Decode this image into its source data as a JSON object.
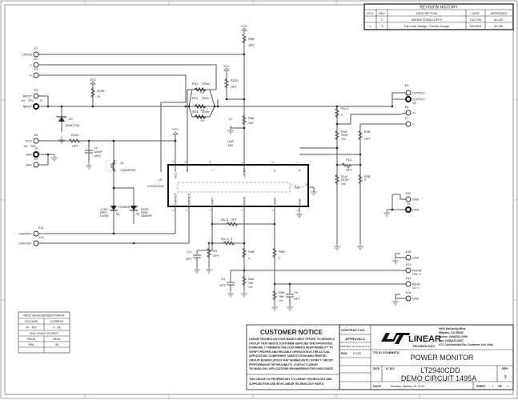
{
  "revision_history": {
    "title": "REVISION HISTORY",
    "headers": [
      "ECO",
      "REV",
      "DESCRIPTION",
      "DATE",
      "APPROVED"
    ],
    "rows": [
      {
        "eco": "",
        "rev": "2",
        "description": "ADDED STAND OFFS",
        "date": "10/17/09",
        "approved": "M.LEE"
      },
      {
        "eco": "1",
        "rev": "3",
        "description": "Fab note change, Format change",
        "date": "06/18/09",
        "approved": "M.LEE"
      }
    ]
  },
  "terminals": {
    "e1": {
      "ref": "E1",
      "label": "LATCH"
    },
    "e2": {
      "ref": "E2",
      "label": "I-"
    },
    "e3": {
      "ref": "E3",
      "label": "I+"
    },
    "e5": {
      "ref": "E5",
      "label": "INPUT"
    },
    "j2": {
      "ref": "J2",
      "label": "INPUT",
      "range": "4V - 75V"
    },
    "e8": {
      "ref": "E8",
      "label": "VCC",
      "range": "6V - 75V"
    },
    "j3": {
      "ref": "J3",
      "label": "GND"
    },
    "e9": {
      "ref": "E9",
      "label": "GND"
    },
    "e11": {
      "ref": "E11",
      "label": "CMPOUT"
    },
    "e12": {
      "ref": "E12",
      "label": "CMPOUT"
    },
    "e4": {
      "ref": "E4",
      "label": "OUTPUT"
    },
    "j1": {
      "ref": "J1",
      "label": "OUTPUT",
      "rating": "3A"
    },
    "e6": {
      "ref": "E6",
      "label": "V+"
    },
    "e7": {
      "ref": "E7",
      "label": "V-"
    },
    "e10": {
      "ref": "E10",
      "label": "GND"
    },
    "j4": {
      "ref": "J4",
      "label": "GND"
    },
    "e15": {
      "ref": "E15",
      "label": "GND"
    },
    "e13": {
      "ref": "E13",
      "label": "PMON",
      "scale": "10W / V"
    },
    "e14": {
      "ref": "E14",
      "label": "IMON",
      "scale": "1A / V"
    },
    "e16": {
      "ref": "E16",
      "label": "GND"
    }
  },
  "components": {
    "r12b": {
      "ref": "R12B",
      "value": "10"
    },
    "d2": {
      "ref": "D2",
      "value": "SMAT70A"
    },
    "r12a": {
      "ref": "R12A",
      "value": "OPT"
    },
    "c1": {
      "ref": "C1",
      "value": "100nF",
      "value2": "100V"
    },
    "q1": {
      "ref": "Q1",
      "value": "CQLM2700"
    },
    "led1": {
      "ref": "LED1",
      "value": "RED",
      "value2": "OVER"
    },
    "led_label": "POWER LIMIT",
    "led2": {
      "ref": "LED2",
      "value": "GRN",
      "value2": "UNDER"
    },
    "r8b": {
      "ref": "R8B",
      "value": "OPT"
    },
    "r12c": {
      "ref": "R12C",
      "value": "OPT"
    },
    "rs2": {
      "ref": "RS2",
      "value": "200m",
      "tol": "1%"
    },
    "rs1": {
      "ref": "RS1",
      "value": "200m",
      "tol": "1%"
    },
    "rs3": {
      "ref": "RS3",
      "value": "200m",
      "tol": "1%"
    },
    "r8a": {
      "ref": "R8A",
      "value": "20K"
    },
    "c2": {
      "ref": "C2",
      "value": "10nF",
      "value2": "50V"
    },
    "ru2": {
      "ref": "RU-2",
      "value": "0"
    },
    "r2a": {
      "ref": "R2A",
      "value": "100K",
      "tol": "1%"
    },
    "r2b": {
      "ref": "R2B",
      "value": "OPT"
    },
    "r1c": {
      "ref": "R1C",
      "value": "OPT"
    },
    "r1a": {
      "ref": "R1A",
      "value": "25.5K",
      "tol": "1%"
    },
    "r1b": {
      "ref": "R1B",
      "value": "0"
    },
    "ru5": {
      "ref": "RU-5",
      "value": "OPT"
    },
    "ru4": {
      "ref": "RU-4",
      "value": "0"
    },
    "c3": {
      "ref": "C3",
      "value": "OPT"
    },
    "r3": {
      "ref": "R3",
      "value": "OPT"
    },
    "r4b": {
      "ref": "R4B",
      "value": "0"
    },
    "r5b": {
      "ref": "R5B",
      "value": "0"
    },
    "c4": {
      "ref": "C4",
      "value": "OPT"
    },
    "r4a": {
      "ref": "R4A",
      "value": "15K",
      "tol": "1%"
    },
    "r5a": {
      "ref": "R5A",
      "value": "15K",
      "tol": "1%"
    },
    "c5": {
      "ref": "C5",
      "value": "OPT"
    },
    "vcc": "VCC"
  },
  "ic": {
    "ref": "U1",
    "part": "LT2940CDD",
    "pins_top": [
      "VCC",
      "I+",
      "I-",
      "LATCH",
      "V+",
      "V-"
    ],
    "pins_top_num": [
      "12",
      "11",
      "10",
      "9",
      "8",
      "7"
    ],
    "pins_bottom": [
      "CMPOUT",
      "CMPOUT",
      "CMP+",
      "PMON",
      "IMON",
      "GND"
    ],
    "pins_bottom_num": [
      "1",
      "2",
      "3",
      "4",
      "5",
      "6"
    ],
    "pad": "PAD",
    "pad_num": "13"
  },
  "range_table": {
    "title": "INPUT MEASUREMENT RANGE",
    "headers": [
      "VOLTAGE",
      "CURRENT"
    ],
    "values": [
      "4V - 40V",
      "0 - 3A"
    ],
    "subtitle": "FULL SCALE OUTPUT",
    "headers2": [
      "PMON",
      "IMON"
    ],
    "values2": [
      "30W",
      "3A"
    ]
  },
  "notice": {
    "title": "CUSTOMER NOTICE",
    "lines": [
      "LINEAR TECHNOLOGY HAS MADE A BEST EFFORT TO DESIGN A",
      "CIRCUIT THAT MEETS CUSTOMER-SUPPLIED SPECIFICATIONS;",
      "HOWEVER, IT REMAINS THE CUSTOMER'S RESPONSIBILITY TO",
      "VERIFY PROPER AND RELIABLE OPERATION IN THE ACTUAL",
      "APPLICATION. COMPONENT SUBSTITUTION AND PRINTED",
      "CIRCUIT BOARD LAYOUT MAY SIGNIFICANTLY AFFECT CIRCUIT",
      "PERFORMANCE OR RELIABILITY. CONTACT LINEAR",
      "TECHNOLOGY APPLICATIONS ENGINEERING FOR ASSISTANCE."
    ],
    "proprietary": [
      "THIS CIRCUIT IS PROPRIETARY TO LINEAR TECHNOLOGY AND",
      "SUPPLIED FOR USE WITH LINEAR TECHNOLOGY PARTS."
    ]
  },
  "title_block": {
    "contract_no": "CONTRACT NO.",
    "approvals": "APPROVALS",
    "pcb_des": "PCB DES. HA PUH HA,S S",
    "eng": "ENG.",
    "eng_name": "M.LEE",
    "company_line1": "LINEAR",
    "company_line2": "TECHNOLOGY",
    "address": [
      "1630 McCarthy Blvd.",
      "Milpitas, CA 95035",
      "Phone: (408)432-1900",
      "Fax: (408)434-0507",
      "LTC Confidential-For Customer Use Only"
    ],
    "title_label": "TITLE: SCHEMATIC",
    "title": "POWER MONITOR",
    "size_label": "SIZE",
    "ic_no_label": "IC NO.",
    "ic_no": "LT2940CDD",
    "demo": "DEMO CIRCUIT 1495A",
    "rev_label": "REV",
    "rev": "3",
    "date_label": "DATE:",
    "date": "Tuesday, January 26, 2010",
    "sheet_label": "SHEET",
    "sheet": "1",
    "of_label": "OF",
    "sheets": "1"
  }
}
